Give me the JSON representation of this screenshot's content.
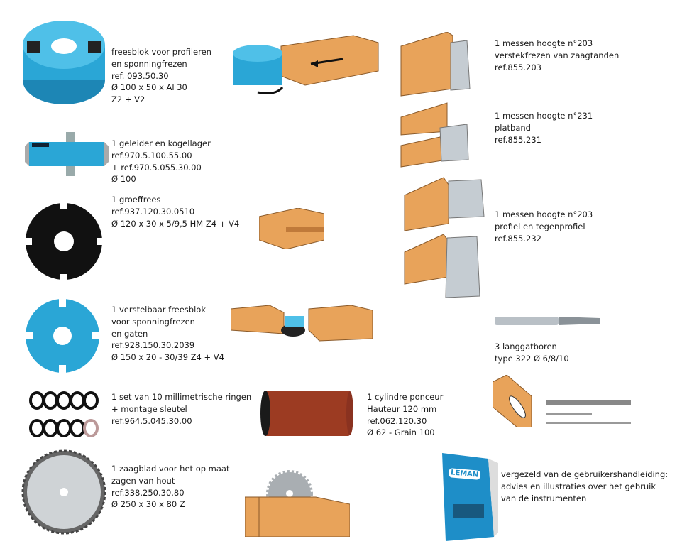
{
  "items": [
    {
      "lines": [
        "freesblok voor profileren",
        "en sponningfrezen",
        "ref. 093.50.30",
        "Ø 100 x 50 x Al 30",
        "Z2 + V2"
      ]
    },
    {
      "lines": [
        "1 geleider en kogellager",
        "ref.970.5.100.55.00",
        "+ ref.970.5.055.30.00",
        "Ø 100"
      ]
    },
    {
      "lines": [
        "1 groeffrees",
        "ref.937.120.30.0510",
        "Ø 120 x 30 x 5/9,5 HM Z4 + V4"
      ]
    },
    {
      "lines": [
        "1 verstelbaar freesblok",
        "voor sponningfrezen",
        "en gaten",
        "ref.928.150.30.2039",
        "Ø 150 x 20 - 30/39 Z4 + V4"
      ]
    },
    {
      "lines": [
        "1 set van 10 millimetrische ringen",
        "+ montage sleutel",
        "ref.964.5.045.30.00"
      ]
    },
    {
      "lines": [
        "1 zaagblad voor het op maat",
        "zagen van hout",
        "ref.338.250.30.80",
        "Ø 250 x 30 x 80 Z"
      ]
    },
    {
      "lines": [
        "1 cylindre ponceur",
        "Hauteur 120 mm",
        "ref.062.120.30",
        "Ø 62 - Grain 100"
      ]
    },
    {
      "lines": [
        "1 messen hoogte n°203",
        "verstekfrezen van zaagtanden",
        "ref.855.203"
      ]
    },
    {
      "lines": [
        "1 messen hoogte n°231",
        "platband",
        "ref.855.231"
      ]
    },
    {
      "lines": [
        "1 messen hoogte n°203",
        "profiel en tegenprofiel",
        "ref.855.232"
      ]
    },
    {
      "lines": [
        "3 langgatboren",
        "type 322 Ø 6/8/10"
      ]
    },
    {
      "lines": [
        "vergezeld van de gebruikershandleiding:",
        "advies en illustraties over het gebruik",
        "van de instrumenten"
      ]
    }
  ],
  "manual_logo": "LEMAN",
  "colors": {
    "tool_blue": "#2aa6d6",
    "wood": "#e8a35a",
    "sanding": "#9c3b22",
    "steel": "#b9c0c6"
  }
}
